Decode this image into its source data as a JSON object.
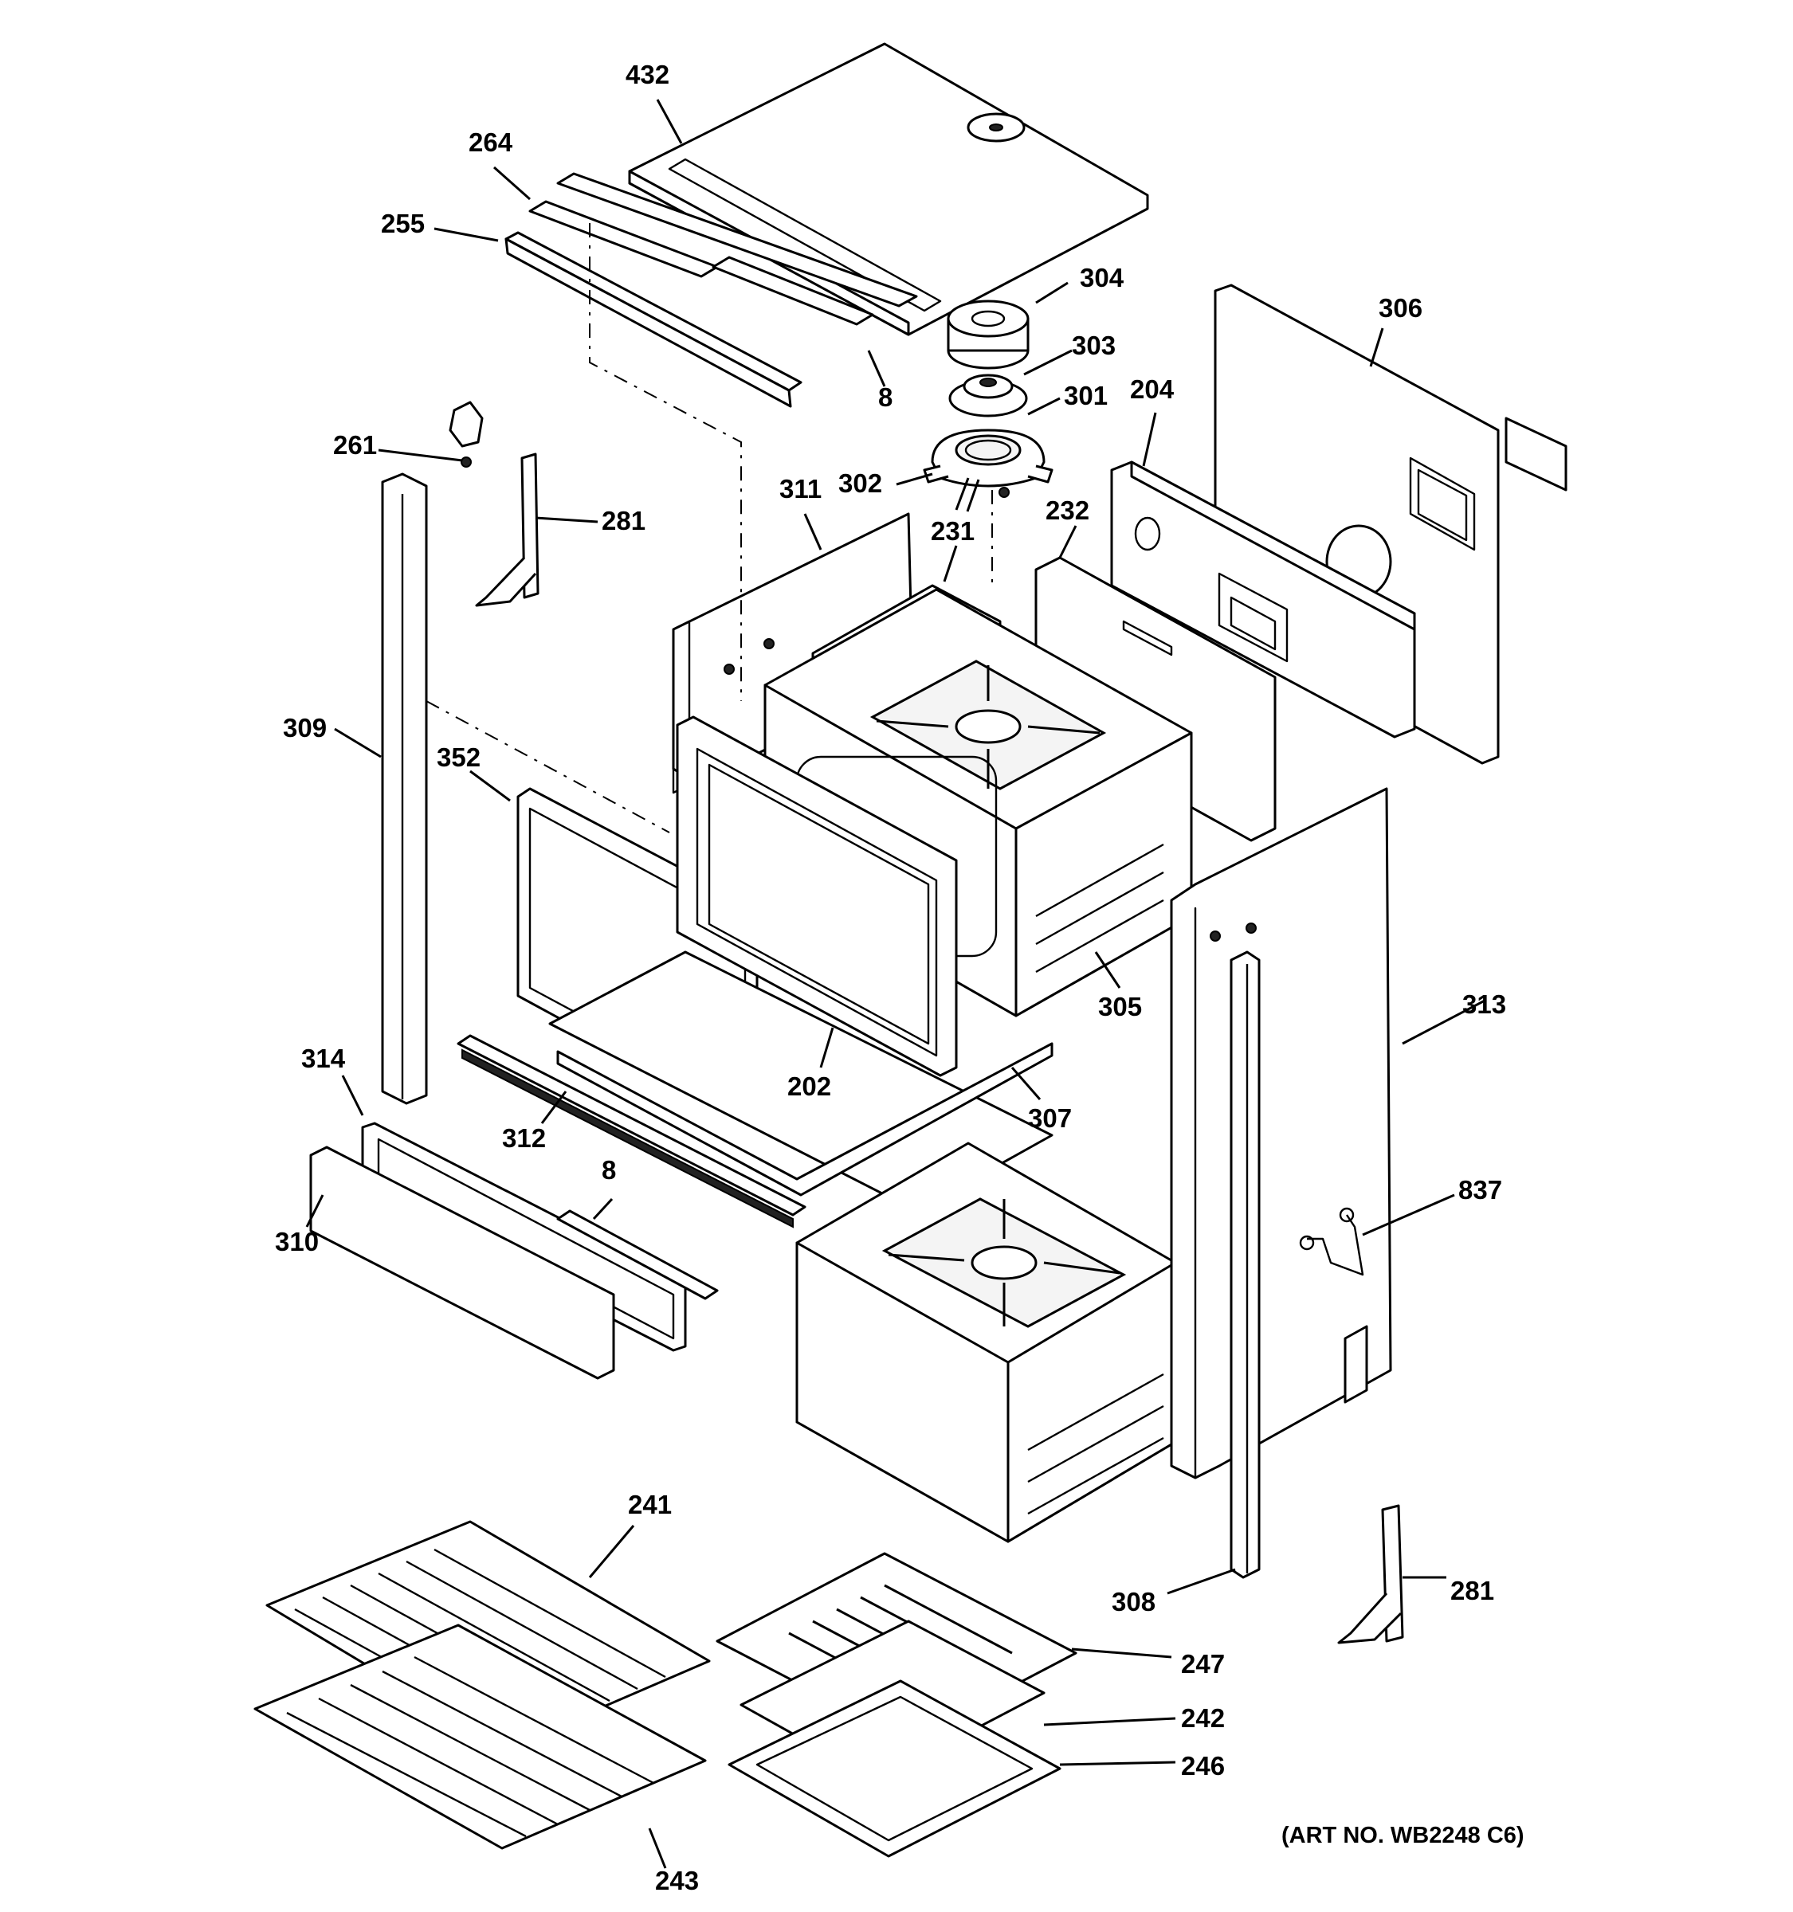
{
  "diagram": {
    "art_number": "(ART NO. WB2248 C6)",
    "callouts": [
      {
        "id": "c432",
        "text": "432"
      },
      {
        "id": "c264",
        "text": "264"
      },
      {
        "id": "c255",
        "text": "255"
      },
      {
        "id": "c8a",
        "text": "8"
      },
      {
        "id": "c304",
        "text": "304"
      },
      {
        "id": "c303",
        "text": "303"
      },
      {
        "id": "c301",
        "text": "301"
      },
      {
        "id": "c302",
        "text": "302"
      },
      {
        "id": "c306",
        "text": "306"
      },
      {
        "id": "c204",
        "text": "204"
      },
      {
        "id": "c261",
        "text": "261"
      },
      {
        "id": "c281a",
        "text": "281"
      },
      {
        "id": "c311",
        "text": "311"
      },
      {
        "id": "c231",
        "text": "231"
      },
      {
        "id": "c232",
        "text": "232"
      },
      {
        "id": "c309",
        "text": "309"
      },
      {
        "id": "c352",
        "text": "352"
      },
      {
        "id": "c305",
        "text": "305"
      },
      {
        "id": "c313",
        "text": "313"
      },
      {
        "id": "c202",
        "text": "202"
      },
      {
        "id": "c307",
        "text": "307"
      },
      {
        "id": "c314",
        "text": "314"
      },
      {
        "id": "c312",
        "text": "312"
      },
      {
        "id": "c8b",
        "text": "8"
      },
      {
        "id": "c310",
        "text": "310"
      },
      {
        "id": "c837",
        "text": "837"
      },
      {
        "id": "c241",
        "text": "241"
      },
      {
        "id": "c308",
        "text": "308"
      },
      {
        "id": "c281b",
        "text": "281"
      },
      {
        "id": "c247",
        "text": "247"
      },
      {
        "id": "c242",
        "text": "242"
      },
      {
        "id": "c246",
        "text": "246"
      },
      {
        "id": "c243",
        "text": "243"
      }
    ]
  }
}
